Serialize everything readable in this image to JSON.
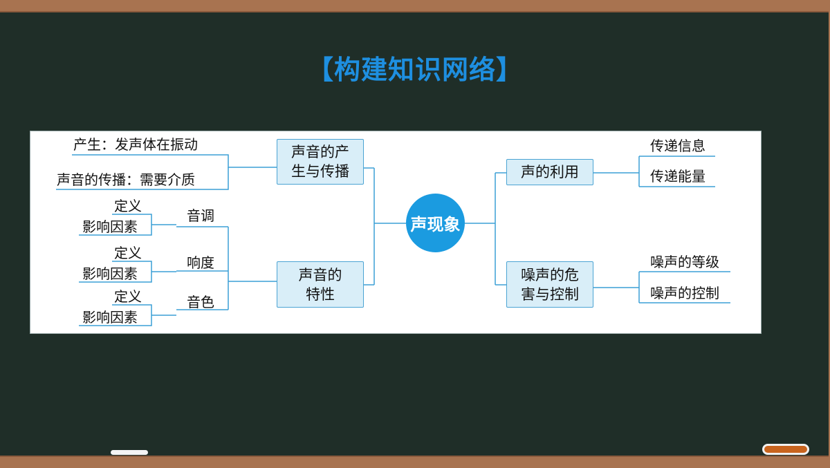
{
  "title": "【构建知识网络】",
  "center": "声现象",
  "left": {
    "branch1": {
      "line1": "声音的产",
      "line2": "生与传播",
      "items": [
        "产生：发声体在振动",
        "声音的传播：需要介质"
      ]
    },
    "branch2": {
      "line1": "声音的",
      "line2": "特性",
      "props": [
        {
          "name": "音调",
          "sub": [
            "定义",
            "影响因素"
          ]
        },
        {
          "name": "响度",
          "sub": [
            "定义",
            "影响因素"
          ]
        },
        {
          "name": "音色",
          "sub": [
            "定义",
            "影响因素"
          ]
        }
      ]
    }
  },
  "right": {
    "branch1": {
      "label": "声的利用",
      "items": [
        "传递信息",
        "传递能量"
      ]
    },
    "branch2": {
      "line1": "噪声的危",
      "line2": "害与控制",
      "items": [
        "噪声的等级",
        "噪声的控制"
      ]
    }
  },
  "colors": {
    "title": "#1e8fe0",
    "line": "#3a9fd6",
    "box_fill": "#d9eef8",
    "center_fill": "#1b9be0",
    "board": "#1f2e28",
    "frame": "#a87350"
  }
}
